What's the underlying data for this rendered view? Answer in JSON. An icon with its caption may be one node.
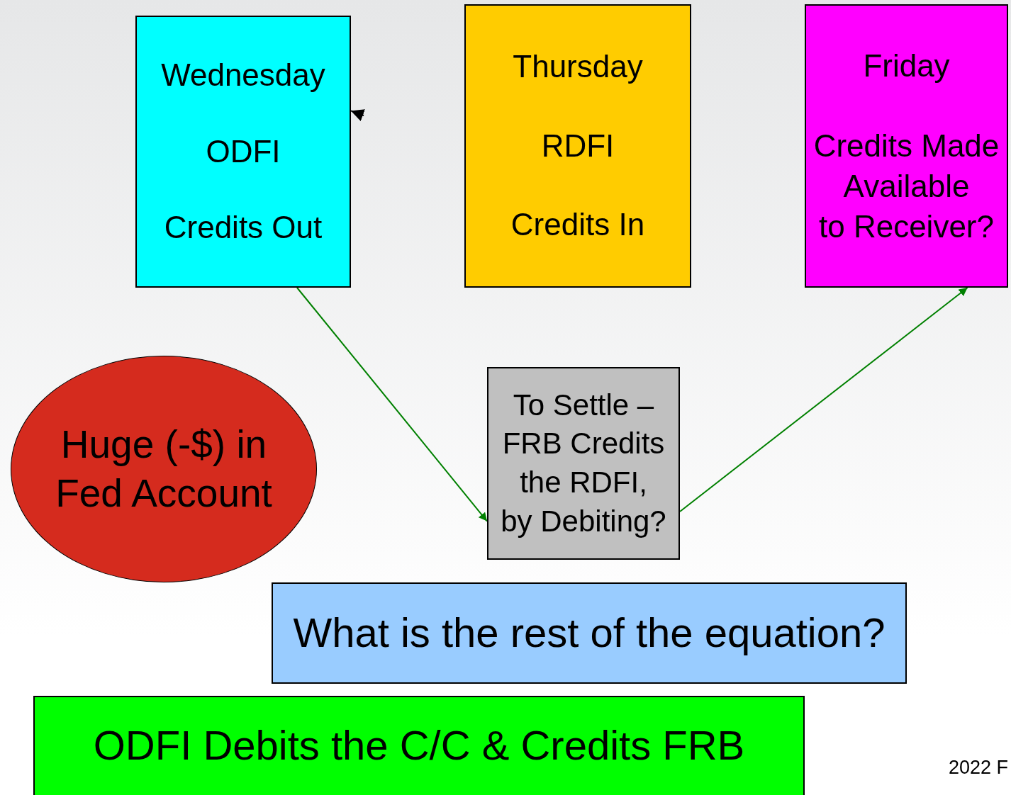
{
  "diagram": {
    "nodes": [
      {
        "text": [
          "Wednesday",
          "ODFI",
          "Credits Out"
        ]
      },
      {
        "text": [
          "Thursday",
          "RDFI",
          "Credits In"
        ]
      },
      {
        "text": [
          "Friday",
          "Credits Made Available to Receiver?"
        ]
      },
      {
        "text": [
          "Huge (-$) in Fed Account"
        ]
      },
      {
        "text": [
          "To Settle – FRB Credits the RDFI, by Debiting?"
        ]
      },
      {
        "text": [
          "What is the rest of the equation?"
        ]
      },
      {
        "text": [
          "ODFI Debits the C/C & Credits FRB"
        ]
      }
    ],
    "edges": [
      {
        "from": null,
        "to": 0,
        "arrow": "to",
        "color": "#000000"
      },
      {
        "from": 0,
        "to": 4,
        "arrow": "to",
        "color": "#008000"
      },
      {
        "from": 4,
        "to": 2,
        "arrow": "to",
        "color": "#008000"
      }
    ],
    "labels": [
      "2022 F"
    ]
  }
}
